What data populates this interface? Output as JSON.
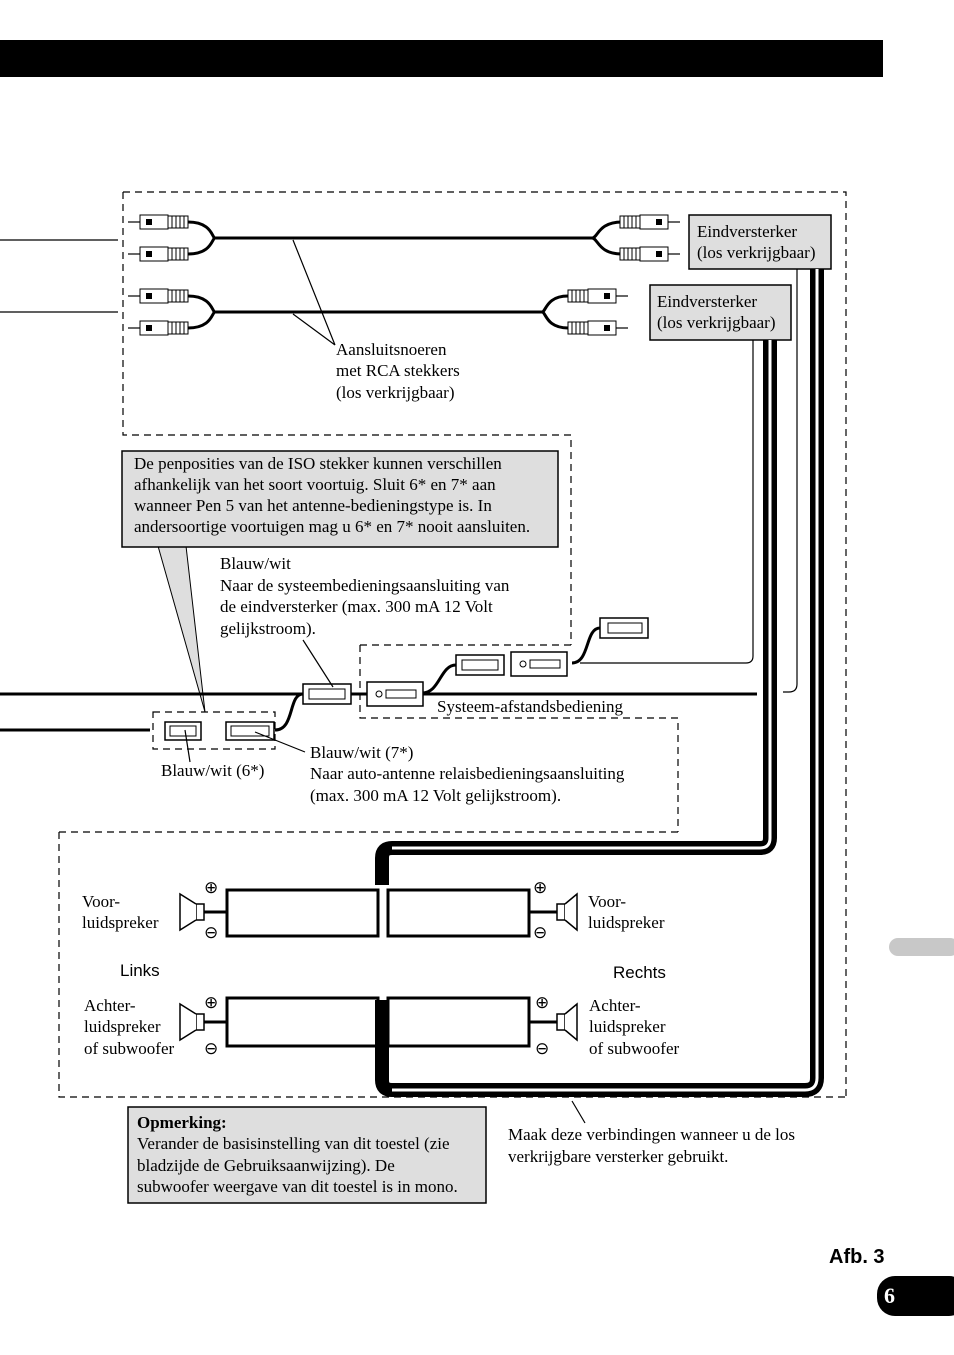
{
  "labels": {
    "amp1": [
      "Eindversterker",
      "(los verkrijgbaar)"
    ],
    "amp2": [
      "Eindversterker",
      "(los verkrijgbaar)"
    ],
    "rca_cables": [
      "Aansluitsnoeren",
      "met RCA stekkers",
      "(los verkrijgbaar)"
    ],
    "iso_note": [
      "De penposities van de ISO stekker kunnen verschillen",
      "afhankelijk van het soort voortuig. Sluit 6* en 7* aan",
      "wanneer Pen 5 van het antenne-bedieningstype is. In",
      "andersoortige voortuigen mag u 6* en 7* nooit aansluiten."
    ],
    "blue_white": [
      "Blauw/wit",
      "Naar de systeembedieningsaansluiting van",
      "de eindversterker (max. 300 mA 12 Volt",
      "gelijkstroom)."
    ],
    "system_remote": "Systeem-afstandsbediening",
    "blue_white_7": [
      "Blauw/wit (7*)",
      "Naar auto-antenne relaisbedieningsaansluiting",
      "(max. 300 mA 12 Volt gelijkstroom)."
    ],
    "blue_white_6": "Blauw/wit (6*)",
    "front_speaker_left": [
      "Voor-",
      "luidspreker"
    ],
    "front_speaker_right": [
      "Voor-",
      "luidspreker"
    ],
    "left": "Links",
    "right": "Rechts",
    "rear_left": [
      "Achter-",
      "luidspreker",
      "of subwoofer"
    ],
    "rear_right": [
      "Achter-",
      "luidspreker",
      "of subwoofer"
    ],
    "remark_title": "Opmerking:",
    "remark_body": [
      "Verander de basisinstelling van dit toestel (zie",
      "bladzijde de Gebruiksaanwijzing). De",
      "subwoofer weergave van dit toestel is in mono."
    ],
    "connections_note": [
      "Maak deze verbindingen wanneer u de los",
      "verkrijgbare versterker gebruikt."
    ],
    "fig": "Afb. 3",
    "page": "6",
    "plus": "⊕",
    "minus": "⊖"
  }
}
